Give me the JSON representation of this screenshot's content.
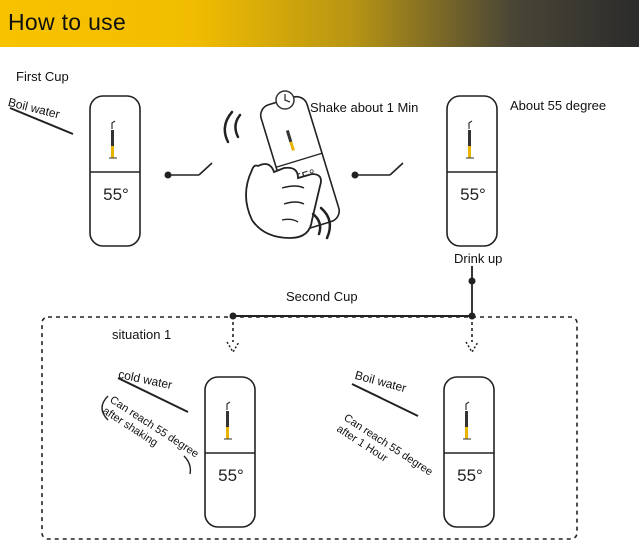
{
  "header": {
    "title": "How to  use"
  },
  "first_cup": {
    "label": "First Cup",
    "step1_note": "Boil water",
    "step2_note": "Shake about 1 Min",
    "step3_note": "About 55 degree",
    "drink_up": "Drink up"
  },
  "second_cup": {
    "label": "Second Cup",
    "situation": "situation 1",
    "left_water": "cold water",
    "left_note_line1": "Can reach 55 degree",
    "left_note_line2": "after shaking",
    "right_water": "Boil water",
    "right_note_line1": "Can reach 55 degree",
    "right_note_line2": "after 1 Hour"
  },
  "cup_display": "55°",
  "colors": {
    "accent": "#f2bd00",
    "thermo_fill": "#e8b400",
    "line": "#222222"
  }
}
